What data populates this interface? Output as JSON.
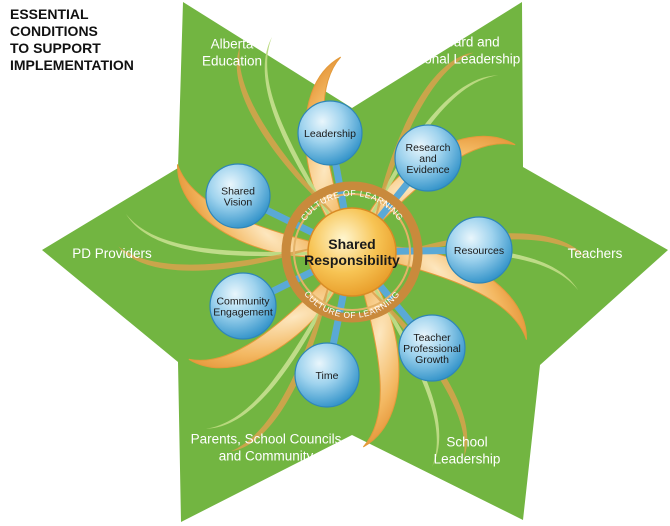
{
  "title": "ESSENTIAL\nCONDITIONS\nTO SUPPORT\nIMPLEMENTATION",
  "outer_labels": [
    {
      "id": "alberta-education",
      "lines": [
        "Alberta",
        "Education"
      ]
    },
    {
      "id": "school-board",
      "lines": [
        "School Board and",
        "Jurisdictional Leadership"
      ]
    },
    {
      "id": "teachers",
      "lines": [
        "Teachers"
      ]
    },
    {
      "id": "school-leadership",
      "lines": [
        "School",
        "Leadership"
      ]
    },
    {
      "id": "parents",
      "lines": [
        "Parents, School Councils",
        "and Community"
      ]
    },
    {
      "id": "pd-providers",
      "lines": [
        "PD Providers"
      ]
    }
  ],
  "conditions": [
    {
      "id": "leadership",
      "lines": [
        "Leadership"
      ]
    },
    {
      "id": "research-evidence",
      "lines": [
        "Research",
        "and",
        "Evidence"
      ]
    },
    {
      "id": "resources",
      "lines": [
        "Resources"
      ]
    },
    {
      "id": "teacher-pd",
      "lines": [
        "Teacher",
        "Professional",
        "Growth"
      ]
    },
    {
      "id": "time",
      "lines": [
        "Time"
      ]
    },
    {
      "id": "community-engagement",
      "lines": [
        "Community",
        "Engagement"
      ]
    },
    {
      "id": "shared-vision",
      "lines": [
        "Shared",
        "Vision"
      ]
    }
  ],
  "center": {
    "lines": [
      "Shared",
      "Responsibility"
    ]
  },
  "ring_text": {
    "top": "CULTURE OF LEARNING",
    "bottom": "CULTURE OF LEARNING"
  },
  "colors": {
    "green": "#72b541",
    "green_light": "#c3dd8f",
    "orange": "#f0a640",
    "bubble": "#5cb4df",
    "ring": "#c98a3c",
    "center": "#f6bd47"
  }
}
